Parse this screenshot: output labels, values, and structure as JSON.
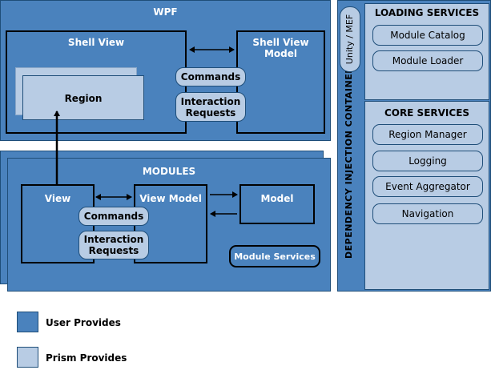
{
  "wpf": {
    "title": "WPF",
    "shell_view": "Shell View",
    "shell_view_model": "Shell View\nModel",
    "region": "Region",
    "commands": "Commands",
    "interaction_requests": "Interaction\nRequests"
  },
  "modules": {
    "title": "MODULES",
    "view": "View",
    "view_model": "View Model",
    "model": "Model",
    "commands": "Commands",
    "interaction_requests": "Interaction\nRequests",
    "module_services": "Module Services"
  },
  "container": {
    "title": "DEPENDENCY INJECTION CONTAINER",
    "unity_mef": "Unity / MEF",
    "loading_services": {
      "title": "LOADING SERVICES",
      "items": [
        "Module Catalog",
        "Module Loader"
      ]
    },
    "core_services": {
      "title": "CORE SERVICES",
      "items": [
        "Region Manager",
        "Logging",
        "Event Aggregator",
        "Navigation"
      ]
    }
  },
  "legend": {
    "user_provides": "User Provides",
    "prism_provides": "Prism Provides"
  },
  "colors": {
    "user": "#4a82bd",
    "prism": "#b8cce4",
    "border": "#1f4e79"
  }
}
